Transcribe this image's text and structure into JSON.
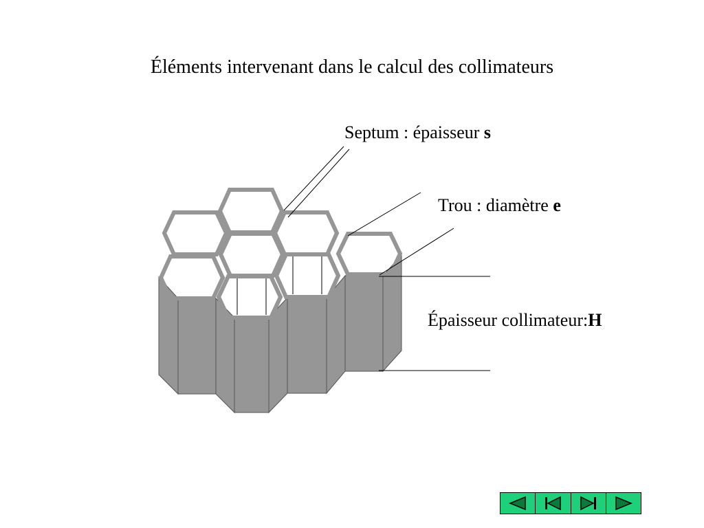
{
  "title": "Éléments intervenant dans le calcul des collimateurs",
  "labels": {
    "septum_text": "Septum : épaisseur ",
    "septum_var": "s",
    "trou_text": "Trou : diamètre ",
    "trou_var": "e",
    "epaisseur_text": "Épaisseur collimateur:",
    "epaisseur_var": "H"
  },
  "colors": {
    "septum_stroke": "#969696",
    "wall_fill": "#969696",
    "nav_button": "#1fd07a"
  },
  "nav": {
    "icons": [
      "previous-icon",
      "first-icon",
      "last-icon",
      "next-icon"
    ]
  }
}
